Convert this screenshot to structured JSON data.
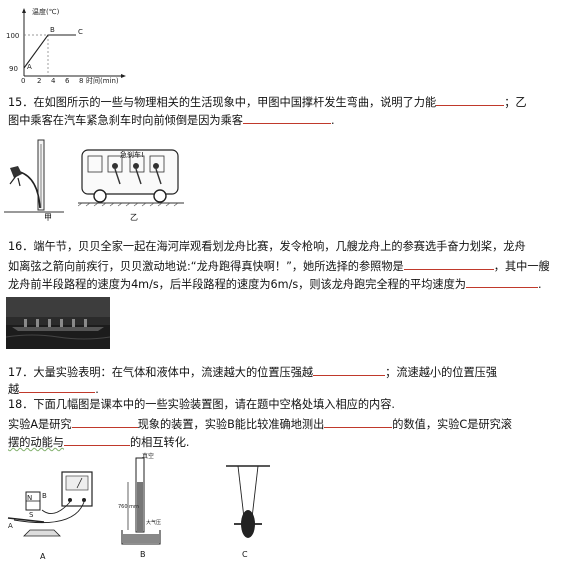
{
  "graph": {
    "ylabel": "温度(℃)",
    "xlabel": "时间(min)",
    "y_ticks": [
      "100",
      "90"
    ],
    "x_ticks": [
      "0",
      "2",
      "4",
      "6",
      "8"
    ],
    "point_labels": [
      "A",
      "B",
      "C"
    ]
  },
  "q15": {
    "line1": "15．在如图所示的一些与物理相关的生活现象中，甲图中国撑杆发生弯曲，说明了力能",
    "line1_end": "；乙",
    "line2": "图中乘客在汽车紧急刹车时向前倾倒是因为乘客",
    "line2_end": ".",
    "sign_text": "急刹车!",
    "caption_a": "甲",
    "caption_b": "乙"
  },
  "q16": {
    "line1": "16．端午节，贝贝全家一起在海河岸观看划龙舟比赛，发令枪响，几艘龙舟上的参赛选手奋力划桨，龙舟",
    "line2_a": "如离弦之箭向前疾行，贝贝激动地说:“龙舟跑得真快啊！”，她所选择的参照物是",
    "line2_b": "，其中一艘",
    "line3_a": "龙舟前半段路程的速度为4m/s，后半段路程的速度为6m/s，则该龙舟跑完全程的平均速度为",
    "line3_b": "."
  },
  "q17": {
    "line1_a": "17．大量实验表明：在气体和液体中，流速越大的位置压强越",
    "line1_b": "；流速越小的位置压强",
    "line2_a": "越",
    "line2_b": "."
  },
  "q18": {
    "line1": "18．下面几幅图是课本中的一些实验装置图，请在题中空格处填入相应的内容.",
    "line2_a": "实验A是研究",
    "line2_b": "现象的装置，实验B能比较准确地测出",
    "line2_c": "的数值，实验C是研究滚",
    "line3_a": "摆的动能与",
    "line3_b": "的相互转化.",
    "fig_a_labels": [
      "N",
      "B",
      "A",
      "S"
    ],
    "fig_b_labels": [
      "真空",
      "760 mm",
      "大气压"
    ],
    "caption_a": "A",
    "caption_b": "B",
    "caption_c": "C"
  }
}
